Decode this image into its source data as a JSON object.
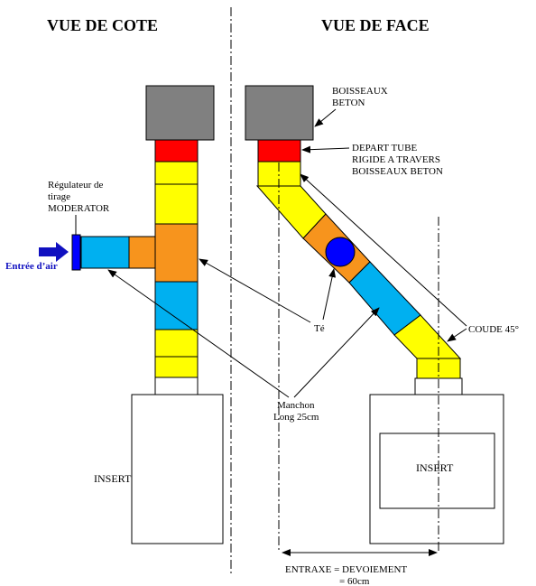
{
  "titles": {
    "side_view": "VUE DE COTE",
    "front_view": "VUE DE FACE"
  },
  "labels": {
    "boisseaux_line1": "BOISSEAUX",
    "boisseaux_line2": "BETON",
    "depart_line1": "DEPART TUBE",
    "depart_line2": "RIGIDE A TRAVERS",
    "depart_line3": "BOISSEAUX BETON",
    "regulateur_line1": "Régulateur de",
    "regulateur_line2": "tirage",
    "regulateur_line3": "MODERATOR",
    "entree_air": "Entrée d’air",
    "te": "Té",
    "coude": "COUDE 45°",
    "manchon_line1": "Manchon",
    "manchon_line2": "Long 25cm",
    "insert_side": "INSERT",
    "insert_front": "INSERT",
    "entraxe_line1": "ENTRAXE = DEVOIEMENT",
    "entraxe_line2": "= 60cm"
  },
  "colors": {
    "concrete": "#808080",
    "red": "#ff0000",
    "yellow": "#ffff00",
    "orange": "#f7941d",
    "cyan": "#00b0f0",
    "blue": "#0000ff"
  }
}
